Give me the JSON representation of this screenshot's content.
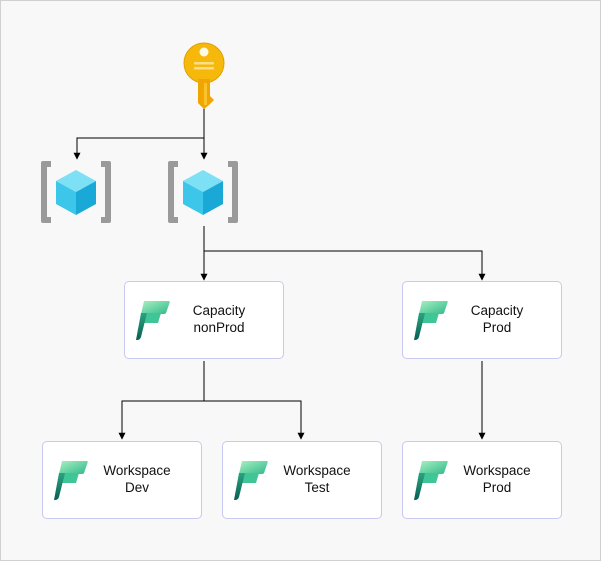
{
  "icons": {
    "key": "key-icon",
    "resource_group": "resource-group-icon",
    "fabric": "fabric-icon"
  },
  "colors": {
    "background": "#f8f8f8",
    "node_border": "#c9c8f0",
    "key_gold": "#f5b80b",
    "cube_light": "#7ee0f5",
    "cube_mid": "#3cc7ea",
    "cube_dark": "#1aa9d6",
    "bracket": "#9a9a9a",
    "fabric_light": "#8be6b0",
    "fabric_dark": "#0e7b6b"
  },
  "nodes": {
    "capacity_nonprod": {
      "line1": "Capacity",
      "line2": "nonProd"
    },
    "capacity_prod": {
      "line1": "Capacity",
      "line2": "Prod"
    },
    "workspace_dev": {
      "line1": "Workspace",
      "line2": "Dev"
    },
    "workspace_test": {
      "line1": "Workspace",
      "line2": "Test"
    },
    "workspace_prod": {
      "line1": "Workspace",
      "line2": "Prod"
    }
  }
}
